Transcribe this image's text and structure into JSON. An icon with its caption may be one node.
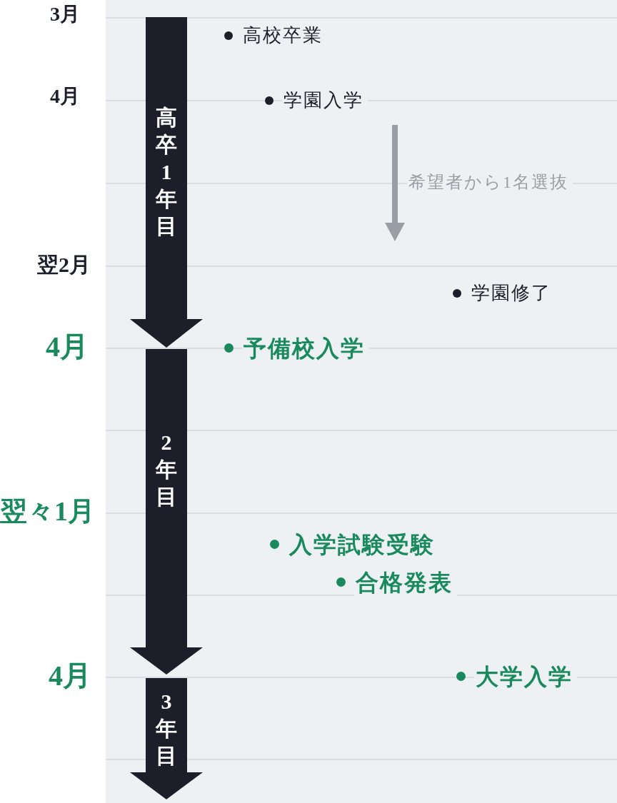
{
  "diagram": {
    "nodes": [
      {
        "text": [
          "高卒1年目"
        ]
      },
      {
        "text": [
          "2年目"
        ]
      },
      {
        "text": [
          "3年目"
        ]
      }
    ],
    "edges": [],
    "labels": [
      "3月",
      "高校卒業",
      "4月",
      "学園入学",
      "希望者から1名選抜",
      "翌2月",
      "学園修了",
      "4月",
      "予備校入学",
      "翌々1月",
      "入学試験受験",
      "合格発表",
      "4月",
      "大学入学"
    ]
  }
}
